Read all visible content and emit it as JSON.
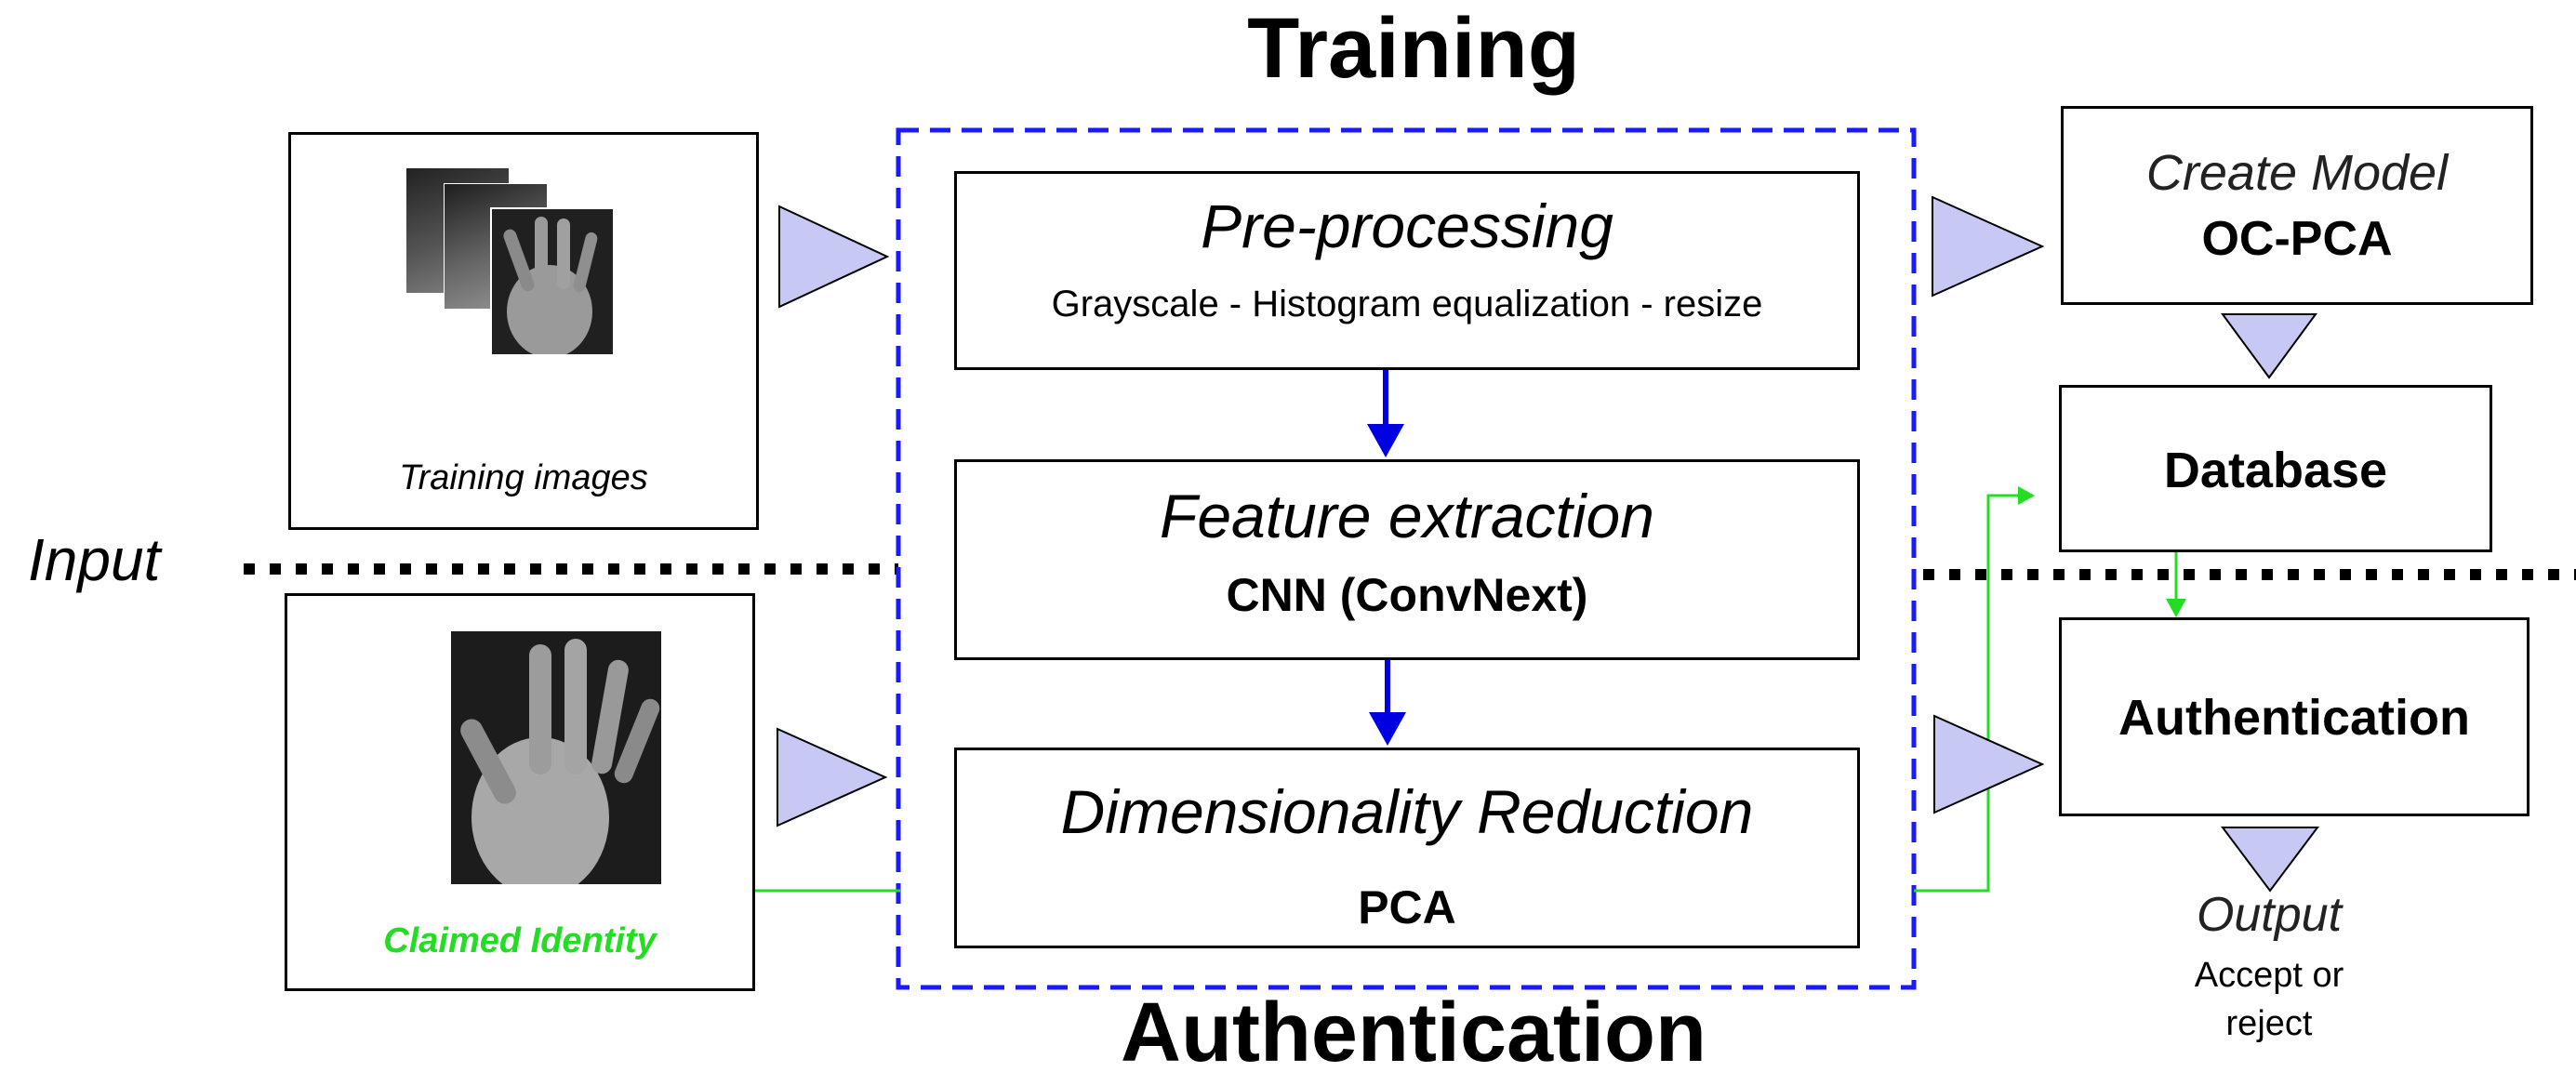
{
  "diagram": {
    "top_title": "Training",
    "bottom_title": "Authentication",
    "input_label": "Input",
    "training_panel": {
      "caption": "Training images"
    },
    "claimed_panel": {
      "caption": "Claimed Identity"
    },
    "steps": [
      {
        "title": "Pre-processing",
        "subtitle": "Grayscale - Histogram equalization - resize"
      },
      {
        "title": "Feature extraction",
        "subtitle": "CNN (ConvNext)"
      },
      {
        "title": "Dimensionality Reduction",
        "subtitle": "PCA"
      }
    ],
    "model_box": {
      "title": "Create Model",
      "subtitle": "OC-PCA"
    },
    "database_box": {
      "title": "Database"
    },
    "auth_box": {
      "title": "Authentication"
    },
    "output": {
      "title": "Output",
      "line1": "Accept or",
      "line2": "reject"
    }
  },
  "colors": {
    "dashed_border": "#1a1aff",
    "flow_arrow": "#0000e0",
    "triangle_fill": "#c8c8f4",
    "green_link": "#22dd22",
    "claimed_text": "#22dd22"
  }
}
